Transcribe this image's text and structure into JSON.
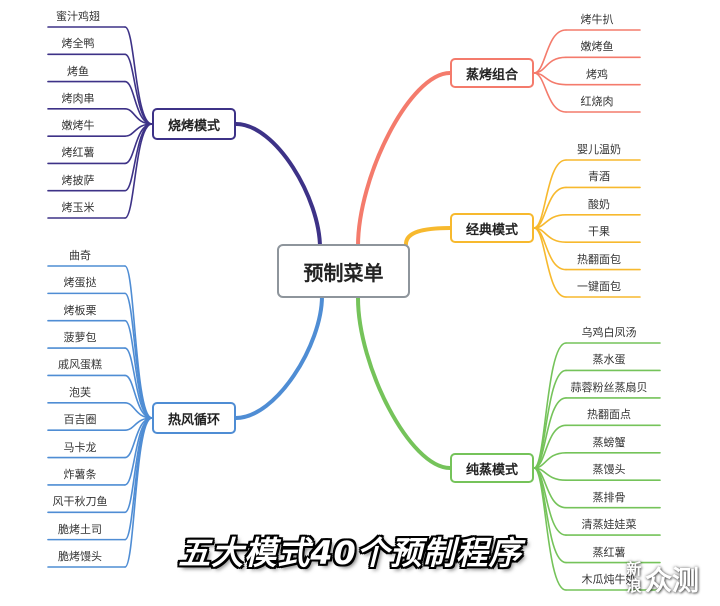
{
  "center": {
    "label": "预制菜单",
    "color": "#8e959c"
  },
  "branches": [
    {
      "key": "bake",
      "label": "烧烤模式",
      "color": "#3d3287",
      "side": "left",
      "items": [
        "蜜汁鸡翅",
        "烤全鸭",
        "烤鱼",
        "烤肉串",
        "嫩烤牛",
        "烤红薯",
        "烤披萨",
        "烤玉米"
      ]
    },
    {
      "key": "hotair",
      "label": "热风循环",
      "color": "#4f8dd4",
      "side": "left",
      "items": [
        "曲奇",
        "烤蛋挞",
        "烤板栗",
        "菠萝包",
        "戚风蛋糕",
        "泡芙",
        "百吉圈",
        "马卡龙",
        "炸薯条",
        "风干秋刀鱼",
        "脆烤土司",
        "脆烤馒头"
      ]
    },
    {
      "key": "steambake",
      "label": "蒸烤组合",
      "color": "#f47b6c",
      "side": "right",
      "items": [
        "烤牛扒",
        "嫩烤鱼",
        "烤鸡",
        "红烧肉"
      ]
    },
    {
      "key": "classic",
      "label": "经典模式",
      "color": "#f7b92e",
      "side": "right",
      "items": [
        "婴儿温奶",
        "青酒",
        "酸奶",
        "干果",
        "热翻面包",
        "一键面包"
      ]
    },
    {
      "key": "steam",
      "label": "纯蒸模式",
      "color": "#75c35a",
      "side": "right",
      "items": [
        "乌鸡白凤汤",
        "蒸水蛋",
        "蒜蓉粉丝蒸扇贝",
        "热翻面点",
        "蒸螃蟹",
        "蒸馒头",
        "蒸排骨",
        "清蒸娃娃菜",
        "蒸红薯",
        "木瓜炖牛奶"
      ]
    }
  ],
  "caption": "五大模式40个预制程序",
  "watermark": {
    "top": "新",
    "bottom": "浪",
    "big": "众测"
  }
}
